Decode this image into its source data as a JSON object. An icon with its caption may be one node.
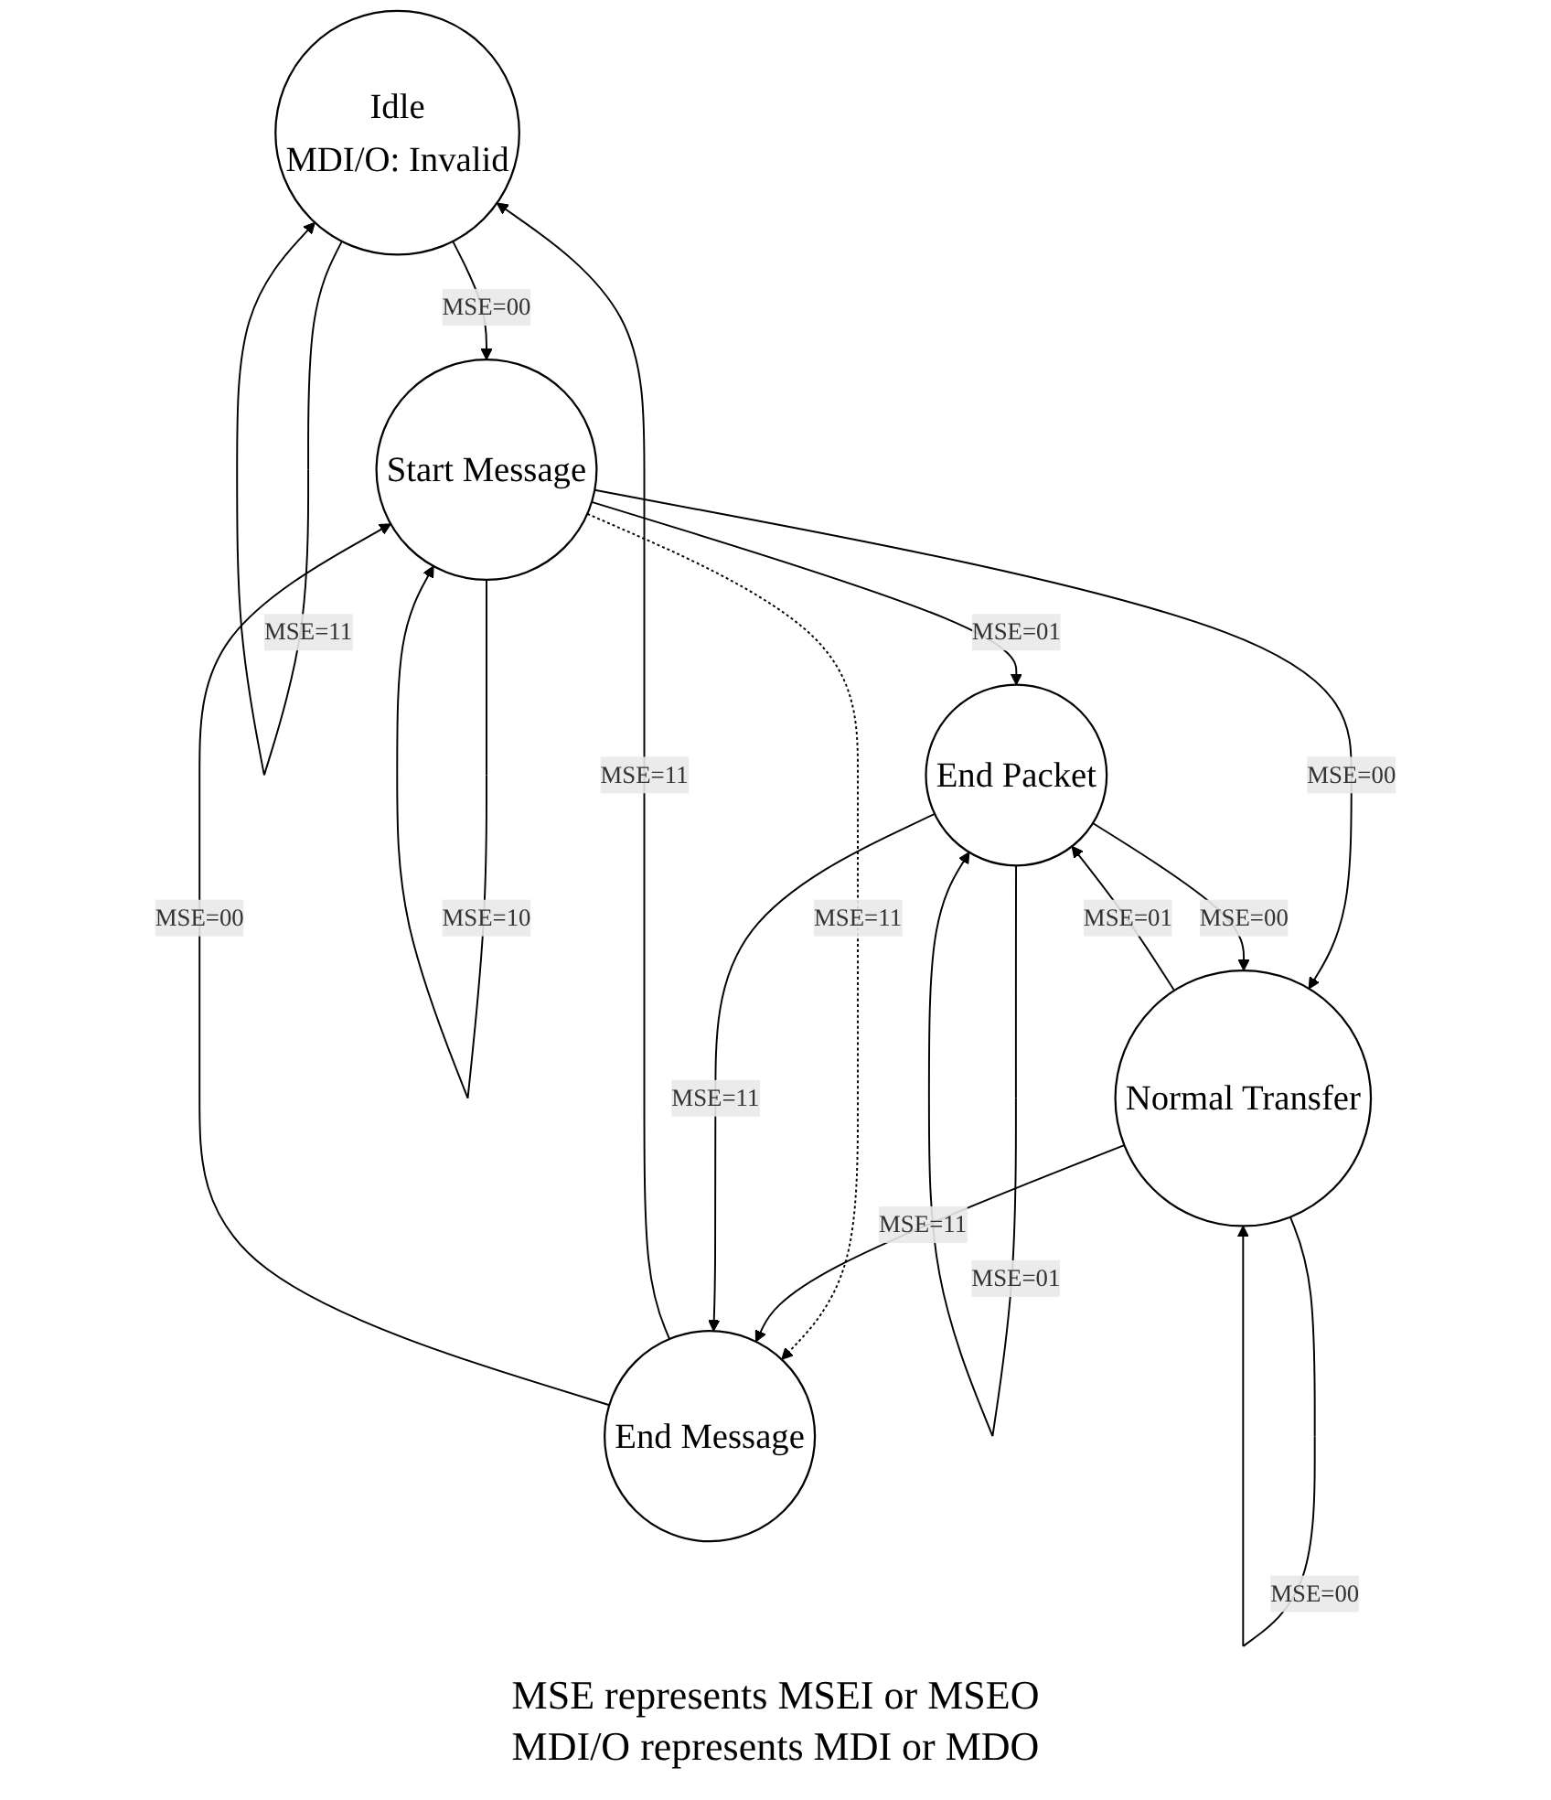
{
  "diagram": {
    "nodes": [
      {
        "text": [
          "Idle",
          "MDI/O: Invalid"
        ]
      },
      {
        "text": [
          "End Message"
        ]
      },
      {
        "text": [
          "Start Message"
        ]
      },
      {
        "text": [
          "End Packet"
        ]
      },
      {
        "text": [
          "Normal Transfer"
        ]
      }
    ],
    "edges": [
      {
        "from": 0,
        "to": 0,
        "arrow": "to",
        "label": "MSE=11"
      },
      {
        "from": 0,
        "to": 2,
        "arrow": "to",
        "label": "MSE=00"
      },
      {
        "from": 1,
        "to": 0,
        "arrow": "to",
        "label": "MSE=11"
      },
      {
        "from": 2,
        "to": 2,
        "arrow": "to",
        "label": "MSE=10"
      },
      {
        "from": 2,
        "to": 1,
        "arrow": "to",
        "label": "MSE=11",
        "style": "dashed"
      },
      {
        "from": 1,
        "to": 2,
        "arrow": "to",
        "label": "MSE=00"
      },
      {
        "from": 2,
        "to": 3,
        "arrow": "to",
        "label": "MSE=01"
      },
      {
        "from": 2,
        "to": 4,
        "arrow": "to",
        "label": "MSE=00"
      },
      {
        "from": 4,
        "to": 1,
        "arrow": "to",
        "label": "MSE=11"
      },
      {
        "from": 3,
        "to": 1,
        "arrow": "to",
        "label": "MSE=11"
      },
      {
        "from": 4,
        "to": 3,
        "arrow": "to",
        "label": "MSE=01"
      },
      {
        "from": 3,
        "to": 4,
        "arrow": "to",
        "label": "MSE=00"
      },
      {
        "from": 3,
        "to": 3,
        "arrow": "to",
        "label": "MSE=01"
      },
      {
        "from": 4,
        "to": 4,
        "arrow": "to",
        "label": "MSE=00"
      }
    ],
    "labels": [
      "MSE represents MSEI or MSEO",
      "MDI/O represents MDI or MDO"
    ]
  }
}
